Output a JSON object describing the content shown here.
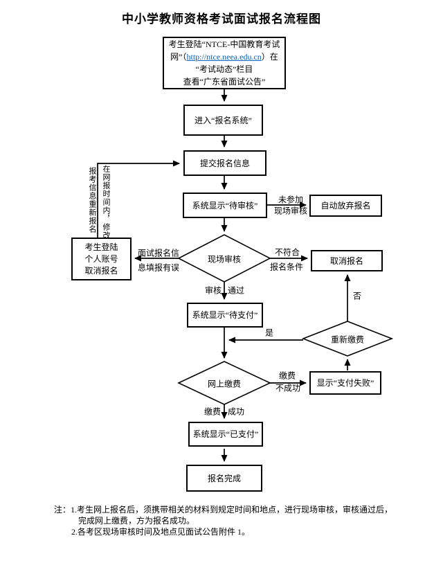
{
  "title": "中小学教师资格考试面试报名流程图",
  "flow": {
    "start": {
      "line1": "考生登陆“NTCE-中国教育考试",
      "line2_prefix": "网”（",
      "url": "http://ntce.neea.edu.cn",
      "line2_suffix": "）在",
      "line3": "“考试动态”栏目",
      "line4": "查看“广东省面试公告”"
    },
    "enter_system": "进入“报名系统”",
    "submit_info": "提交报名信息",
    "status_pending_review": "系统显示“待审核”",
    "auto_abandon": "自动放弃报名",
    "onsite_review": "现场审核",
    "cancel_login_line1": "考生登陆",
    "cancel_login_line2": "个人账号",
    "cancel_login_line3": "取消报名",
    "cancel_registration": "取消报名",
    "status_pending_payment": "系统显示“待支付”",
    "repay": "重新缴费",
    "online_payment": "网上缴费",
    "payment_failed": "显示“支付失败”",
    "status_paid": "系统显示“已支付”",
    "complete": "报名完成"
  },
  "labels": {
    "no_onsite_1": "未参加",
    "no_onsite_2": "现场审核",
    "not_qualified_1": "不符合",
    "not_qualified_2": "报名条件",
    "review_pass_1": "审核",
    "review_pass_2": "通过",
    "info_error_1": "面试报名信",
    "info_error_2": "息填报有误",
    "modify_col_left": "报考信息重新报名",
    "modify_col_right": "在网报时间内，修改",
    "yes": "是",
    "no": "否",
    "pay_fail_1": "缴费",
    "pay_fail_2": "不成功",
    "pay_ok_1": "缴费",
    "pay_ok_2": "成功"
  },
  "footnote": {
    "line1": "注：1.考生网上报名后，须携带相关的材料到规定时间和地点，进行现场审核，审核通过后，",
    "line2": "完成网上缴费，方为报名成功。",
    "line3": "2.各考区现场审核时间及地点见面试公告附件 1。"
  },
  "colors": {
    "link": "#0563c1",
    "line": "#000000",
    "background": "#ffffff"
  }
}
